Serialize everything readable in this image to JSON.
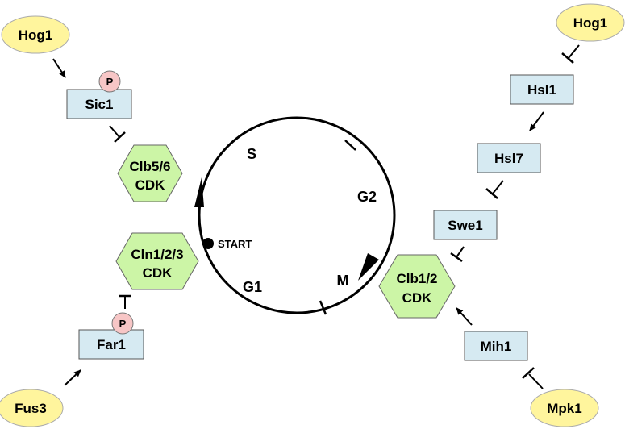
{
  "colors": {
    "ellipse_fill": "#fff59d",
    "box_fill": "#d6eaf2",
    "hex_fill": "#ccf5a6",
    "phospho_fill": "#f7c6c6",
    "stroke": "#000000"
  },
  "nodes": {
    "hog1_left": "Hog1",
    "sic1": "Sic1",
    "sic1_p": "P",
    "clb56_line1": "Clb5/6",
    "clb56_line2": "CDK",
    "cln123_line1": "Cln1/2/3",
    "cln123_line2": "CDK",
    "far1": "Far1",
    "far1_p": "P",
    "fus3": "Fus3",
    "hog1_right": "Hog1",
    "hsl1": "Hsl1",
    "hsl7": "Hsl7",
    "swe1": "Swe1",
    "clb12_line1": "Clb1/2",
    "clb12_line2": "CDK",
    "mih1": "Mih1",
    "mpk1": "Mpk1"
  },
  "cycle": {
    "phase_s": "S",
    "phase_g2": "G2",
    "phase_m": "M",
    "phase_g1": "G1",
    "start": "START"
  },
  "edges": [
    {
      "from": "Hog1",
      "to": "Sic1",
      "type": "activation"
    },
    {
      "from": "Sic1",
      "to": "Clb5/6 CDK",
      "type": "inhibition"
    },
    {
      "from": "Far1",
      "to": "Cln1/2/3 CDK",
      "type": "inhibition"
    },
    {
      "from": "Fus3",
      "to": "Far1",
      "type": "activation"
    },
    {
      "from": "Hog1",
      "to": "Hsl1",
      "type": "inhibition"
    },
    {
      "from": "Hsl1",
      "to": "Hsl7",
      "type": "activation"
    },
    {
      "from": "Hsl7",
      "to": "Swe1",
      "type": "inhibition"
    },
    {
      "from": "Swe1",
      "to": "Clb1/2 CDK",
      "type": "inhibition"
    },
    {
      "from": "Mih1",
      "to": "Clb1/2 CDK",
      "type": "activation"
    },
    {
      "from": "Mpk1",
      "to": "Mih1",
      "type": "inhibition"
    }
  ]
}
